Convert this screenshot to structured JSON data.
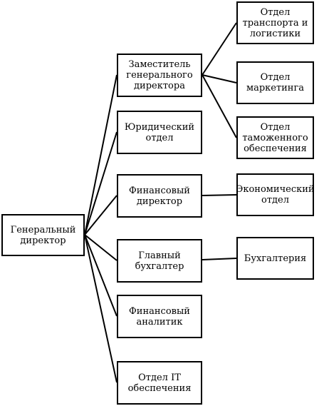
{
  "root": {
    "label": "Генеральный\nдиректор"
  },
  "middle": [
    {
      "label": "Заместитель\nгенерального\nдиректора"
    },
    {
      "label": "Юридический\nотдел"
    },
    {
      "label": "Финансовый\nдиректор"
    },
    {
      "label": "Главный\nбухгалтер"
    },
    {
      "label": "Финансовый\nаналитик"
    },
    {
      "label": "Отдел IT\nобеспечения"
    }
  ],
  "right": [
    {
      "label": "Отдел\nтранспорта и\nлогистики"
    },
    {
      "label": "Отдел\nмаркетинга"
    },
    {
      "label": "Отдел\nтаможенного\nобеспечения"
    },
    {
      "label": "Экономический\nотдел"
    },
    {
      "label": "Бухгалтерия"
    }
  ]
}
